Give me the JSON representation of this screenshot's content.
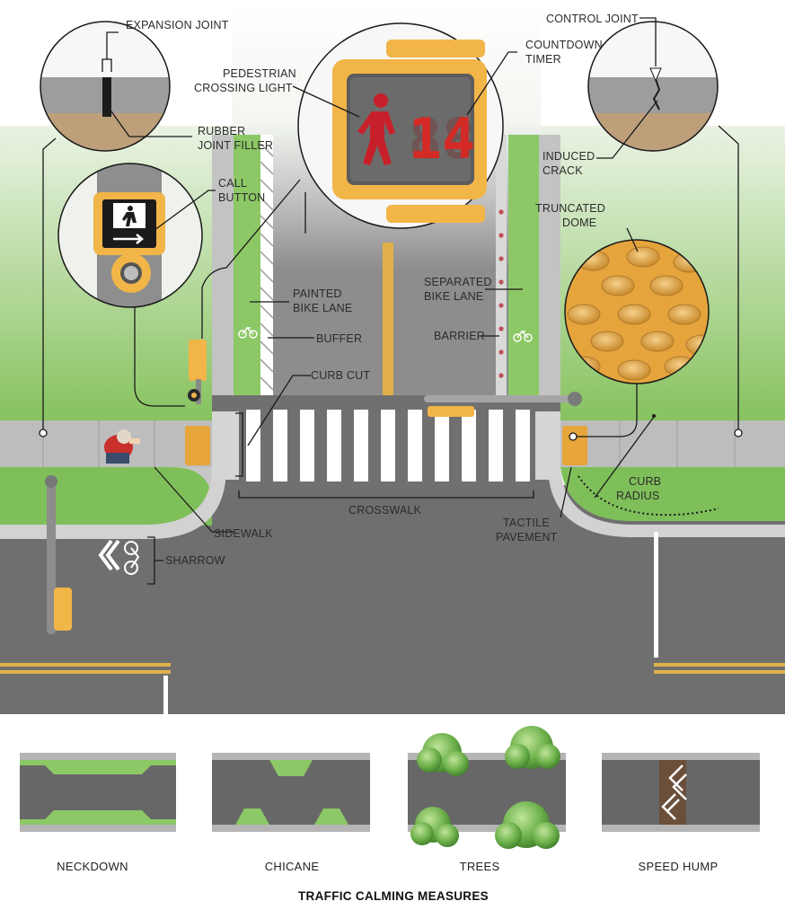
{
  "labels": {
    "expansion_joint": "EXPANSION JOINT",
    "rubber_joint_filler": [
      "RUBBER",
      "JOINT FILLER"
    ],
    "pedestrian_crossing_light": [
      "PEDESTRIAN",
      "CROSSING LIGHT"
    ],
    "countdown_timer": [
      "COUNTDOWN",
      "TIMER"
    ],
    "control_joint": "CONTROL JOINT",
    "induced_crack": [
      "INDUCED",
      "CRACK"
    ],
    "call_button": [
      "CALL",
      "BUTTON"
    ],
    "truncated_dome": [
      "TRUNCATED",
      "DOME"
    ],
    "painted_bike_lane": [
      "PAINTED",
      "BIKE LANE"
    ],
    "separated_bike_lane": [
      "SEPARATED",
      "BIKE LANE"
    ],
    "buffer": "BUFFER",
    "barrier": "BARRIER",
    "curb_cut": "CURB CUT",
    "crosswalk": "CROSSWALK",
    "curb_radius": [
      "CURB",
      "RADIUS"
    ],
    "tactile_pavement": [
      "TACTILE",
      "PAVEMENT"
    ],
    "sidewalk": "SIDEWALK",
    "sharrow": "SHARROW"
  },
  "signal": {
    "countdown_digits": "14",
    "countdown_color": "#d42a26",
    "walk_figure_color": "#c8202a"
  },
  "traffic_calming": {
    "title": "TRAFFIC CALMING MEASURES",
    "items": [
      {
        "label": "NECKDOWN"
      },
      {
        "label": "CHICANE"
      },
      {
        "label": "TREES"
      },
      {
        "label": "SPEED HUMP"
      }
    ]
  },
  "colors": {
    "asphalt": "#6e6e6e",
    "sidewalk": "#b9b9b9",
    "grass": "#7fbf5a",
    "tactile_yellow": "#e7a53a",
    "signal_housing": "#f2b548",
    "bike_lane_green": "#8cc866"
  }
}
